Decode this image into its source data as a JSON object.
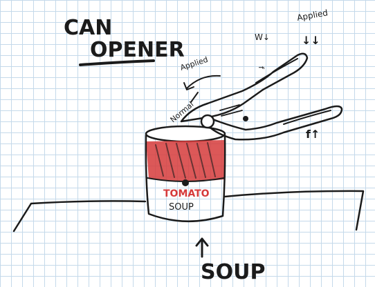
{
  "labels": {
    "title_line1": "CAN",
    "title_line2": "OPENER",
    "applied_left": "Applied",
    "applied_right": "Applied",
    "normal": "Normal",
    "weight": "W↓",
    "weight_vertical": "f",
    "applied_arrows": "↓↓",
    "f_up": "f↑",
    "can_word1": "TOMATO",
    "can_word2": "SOUP",
    "soup": "SOUP"
  },
  "colors": {
    "ink": "#1b1b1b",
    "red": "#d63b3b",
    "grid": "#c4d9ea"
  }
}
